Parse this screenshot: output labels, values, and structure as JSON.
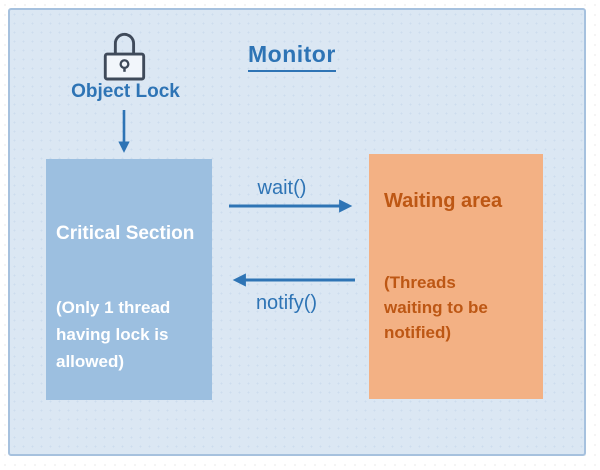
{
  "diagram": {
    "title": "Monitor",
    "object_lock": {
      "label": "Object Lock",
      "icon": "padlock-icon"
    },
    "critical_section": {
      "title": "Critical Section",
      "note": "(Only 1 thread having lock is allowed)"
    },
    "waiting_area": {
      "title": "Waiting area",
      "note": "(Threads waiting to be notified)"
    },
    "arrows": {
      "wait_label": "wait()",
      "notify_label": "notify()"
    },
    "colors": {
      "canvas_background": "#dbe7f3",
      "canvas_border": "#a6c1de",
      "critical_section_fill": "#9cbfe0",
      "waiting_area_fill": "#f3b184",
      "blue_text": "#2e74b5",
      "waiting_area_text": "#bd5714",
      "box_text": "#ffffff",
      "lock_icon": "#3f4a5a"
    }
  }
}
